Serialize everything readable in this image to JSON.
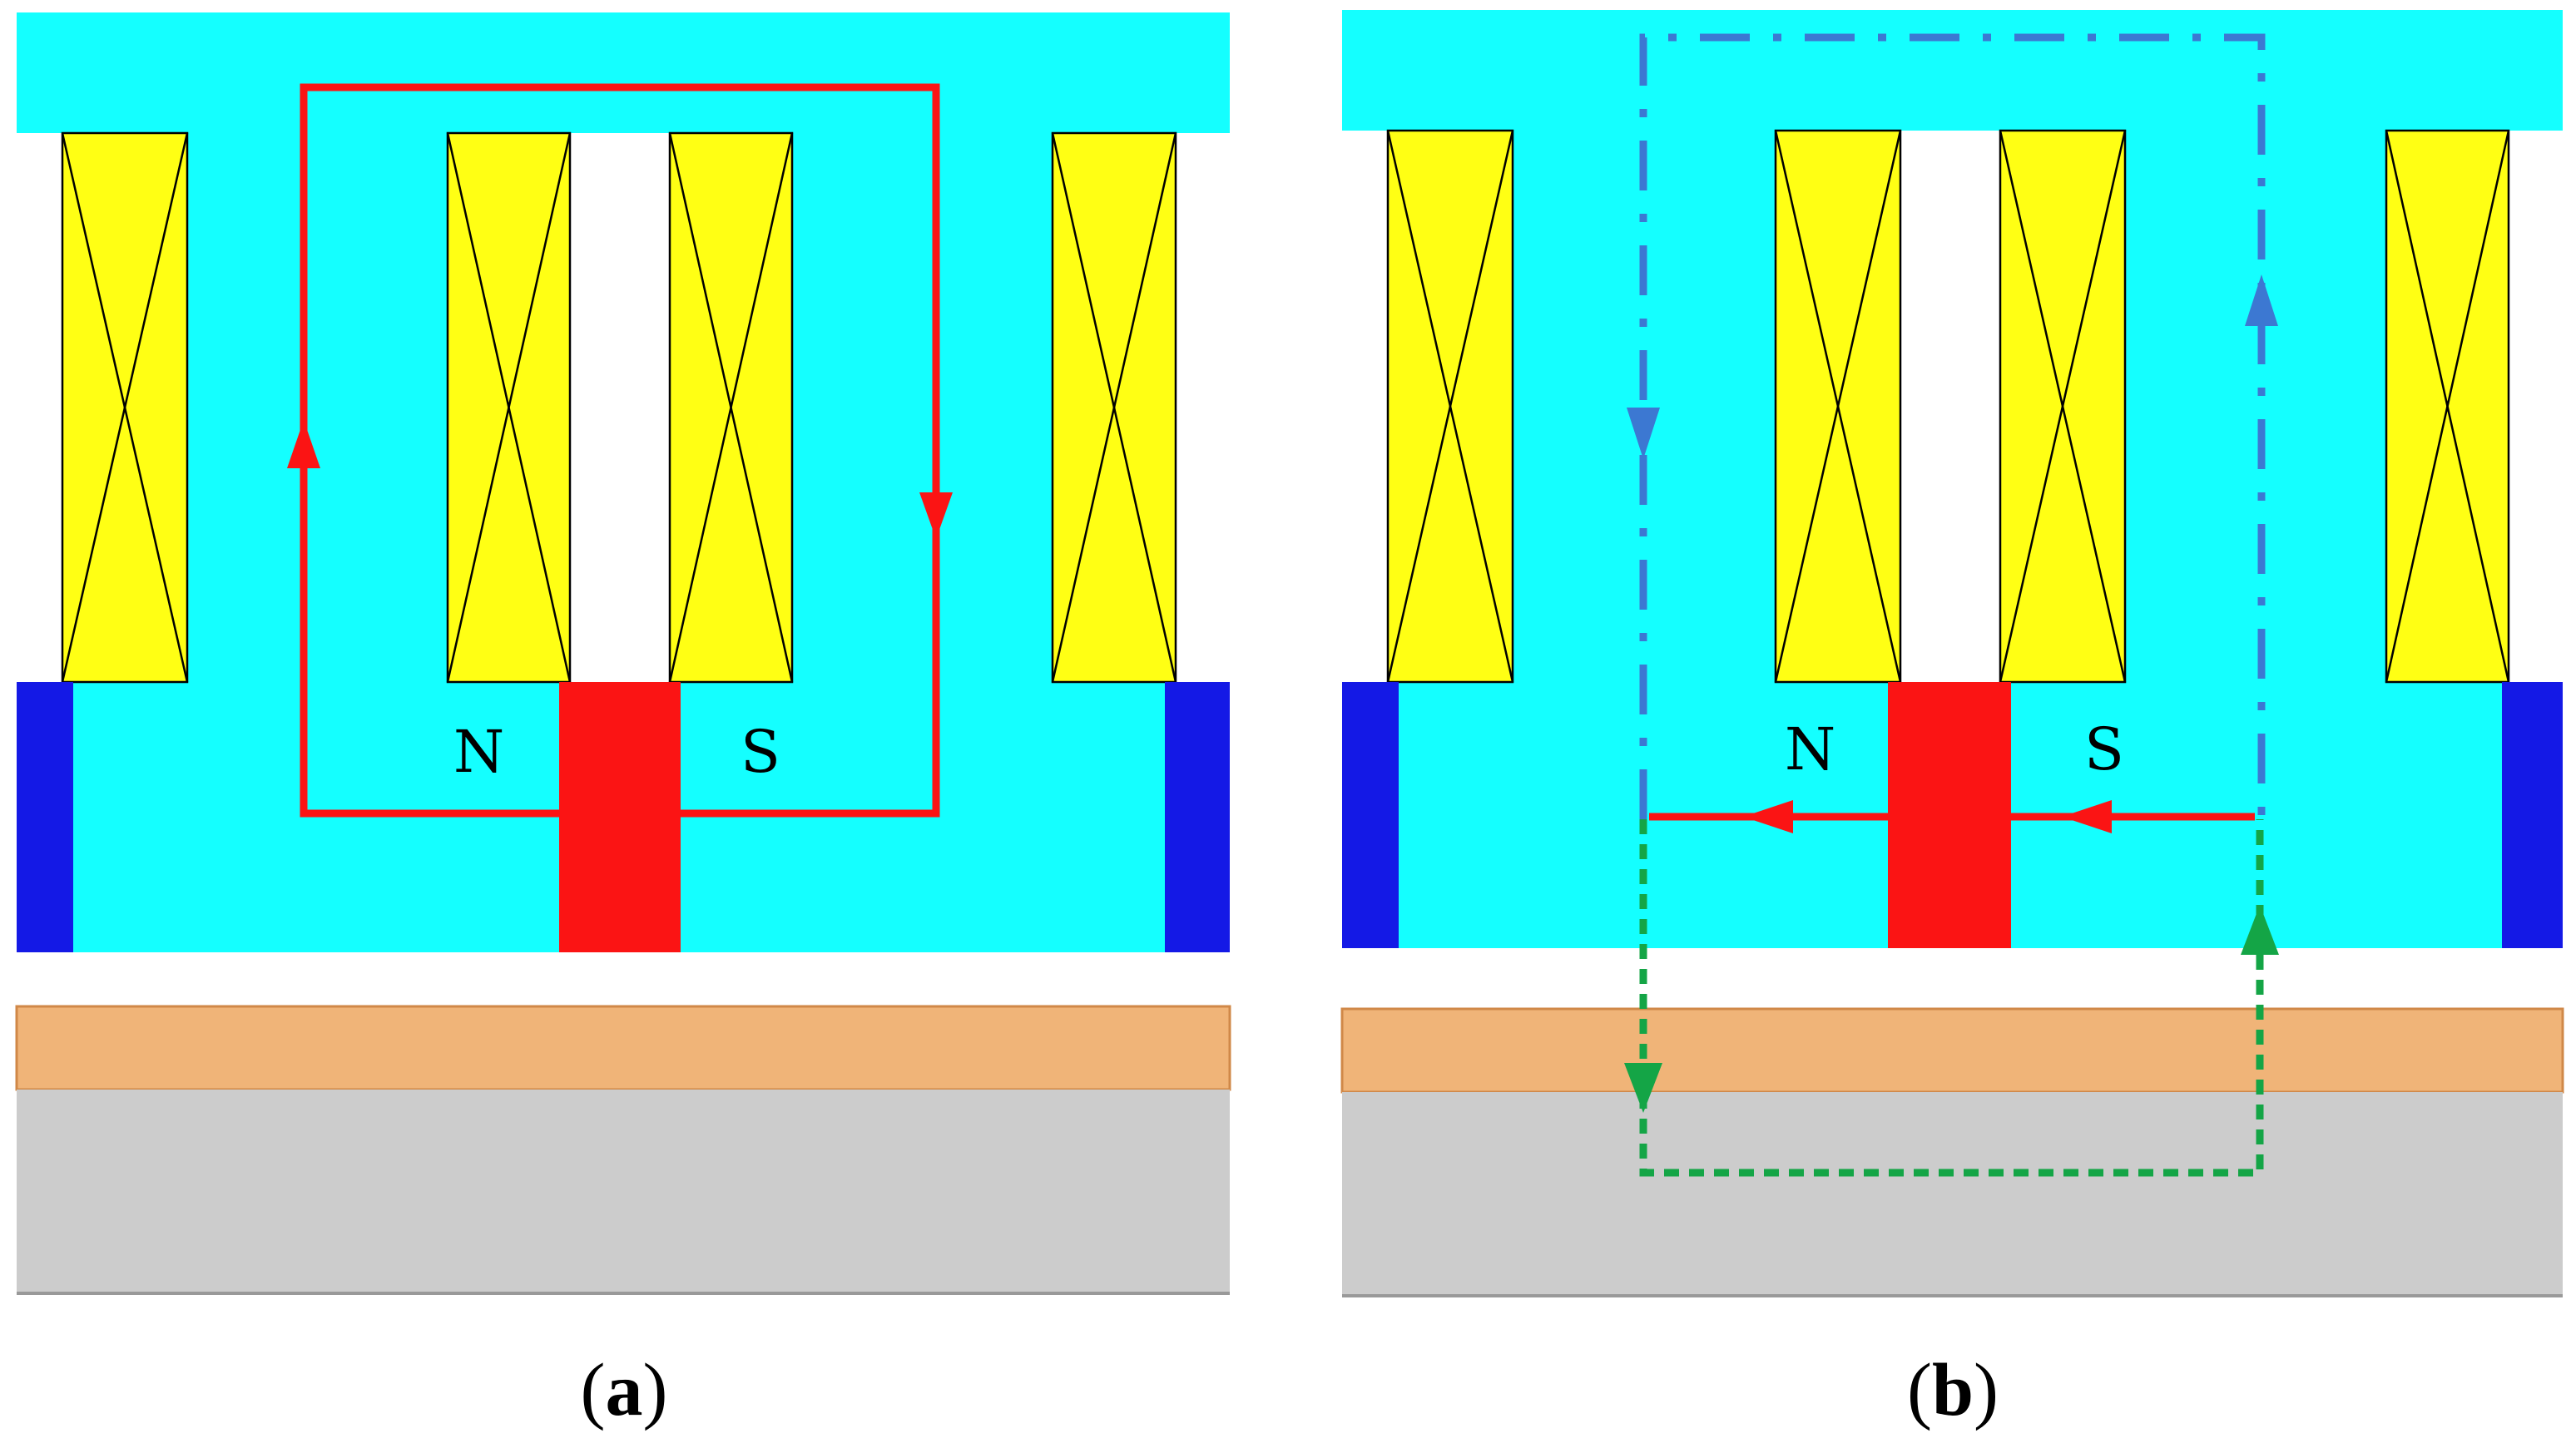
{
  "panels": [
    {
      "id": "a",
      "caption_open": "(",
      "caption_letter": "a",
      "caption_close": ")",
      "magnet_labels": {
        "north": "N",
        "south": "S"
      }
    },
    {
      "id": "b",
      "caption_open": "(",
      "caption_letter": "b",
      "caption_close": ")",
      "magnet_labels": {
        "north": "N",
        "south": "S"
      }
    }
  ],
  "colors": {
    "core": "#14ffff",
    "coil": "#ffff14",
    "magnet": "#fb1414",
    "end_block": "#1419e6",
    "copper_layer": "#f0b478",
    "back_iron": "#cccccc",
    "flux_path_a": "#fb1414",
    "flux_path_b_upper": "#3c78d2",
    "flux_path_b_lower": "#14a546",
    "flux_path_b_magnet": "#fb1414"
  }
}
